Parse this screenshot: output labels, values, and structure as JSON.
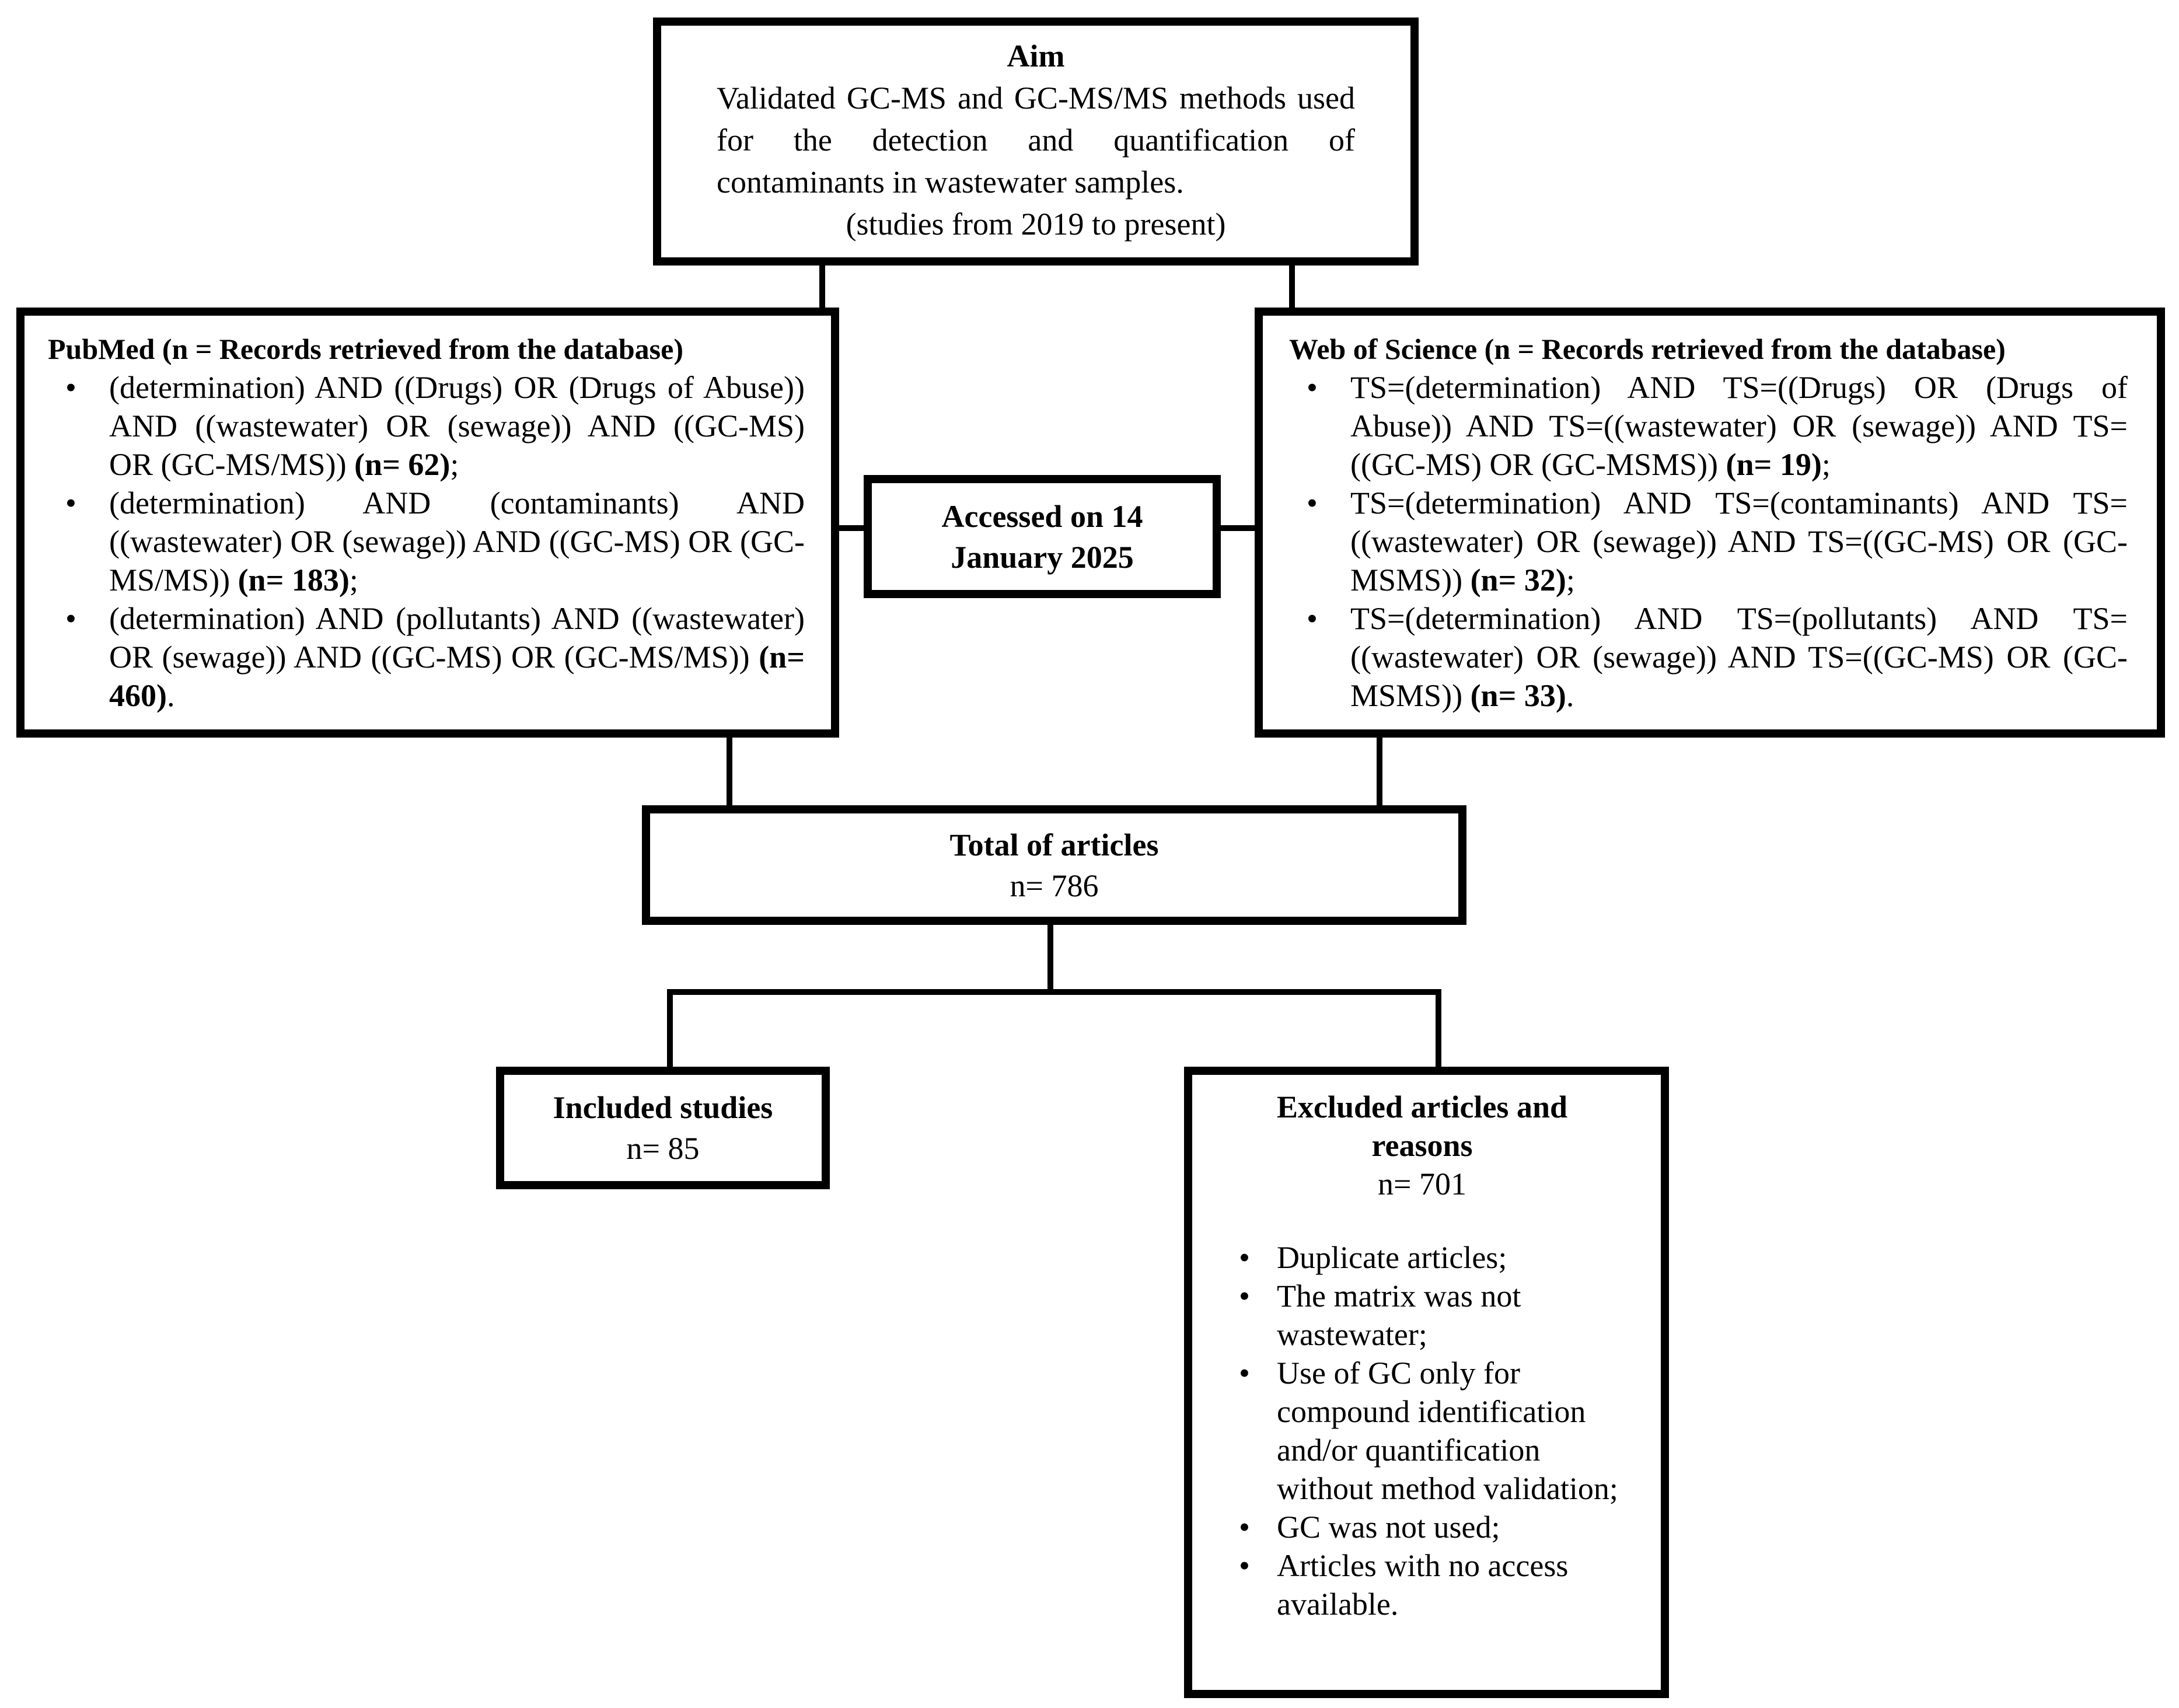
{
  "diagram": {
    "aim_box": {
      "title": "Aim",
      "body": "Validated GC-MS and GC-MS/MS methods used for the detection and quantification of contaminants in wastewater samples.",
      "note": "(studies from 2019 to present)"
    },
    "accessed_box": {
      "line1": "Accessed on 14",
      "line2": "January 2025"
    },
    "pubmed_box": {
      "title": "PubMed (n = Records retrieved from the database)",
      "bullets": [
        {
          "query": "(determination) AND ((Drugs) OR (Drugs of Abuse)) AND ((wastewater) OR (sewage)) AND ((GC-MS) OR (GC-MS/MS)) ",
          "count": "(n= 62)",
          "tail": ";"
        },
        {
          "query": "(determination) AND (contaminants) AND ((wastewater) OR (sewage)) AND ((GC-MS) OR (GC-MS/MS)) ",
          "count": "(n= 183)",
          "tail": ";"
        },
        {
          "query": "(determination) AND (pollutants) AND ((wastewater) OR (sewage)) AND ((GC-MS) OR (GC-MS/MS)) ",
          "count": "(n= 460)",
          "tail": "."
        }
      ]
    },
    "wos_box": {
      "title": "Web of Science (n = Records retrieved from the database)",
      "bullets": [
        {
          "query": "TS=(determination) AND TS=((Drugs) OR (Drugs of Abuse)) AND TS=((wastewater) OR (sewage)) AND TS=((GC-MS) OR (GC-MSMS)) ",
          "count": "(n= 19)",
          "tail": ";"
        },
        {
          "query": "TS=(determination) AND TS=(contaminants) AND TS=((wastewater) OR (sewage)) AND TS=((GC-MS) OR (GC-MSMS)) ",
          "count": "(n= 32)",
          "tail": ";"
        },
        {
          "query": "TS=(determination) AND TS=(pollutants) AND TS=((wastewater) OR (sewage)) AND TS=((GC-MS) OR (GC-MSMS)) ",
          "count": "(n= 33)",
          "tail": "."
        }
      ]
    },
    "total_box": {
      "title": "Total of articles",
      "count": "n= 786"
    },
    "included_box": {
      "title": "Included studies",
      "count": "n= 85"
    },
    "excluded_box": {
      "title_line1": "Excluded articles and",
      "title_line2": "reasons",
      "count": "n= 701",
      "bullet_glyph": "•",
      "reasons": [
        "Duplicate articles;",
        "The matrix was not wastewater;",
        "Use of GC only for compound identification and/or quantification without method validation;",
        "GC was not used;",
        "Articles with no access available."
      ]
    }
  },
  "colors": {
    "line": "#000000",
    "background": "#ffffff",
    "text": "#000000"
  }
}
